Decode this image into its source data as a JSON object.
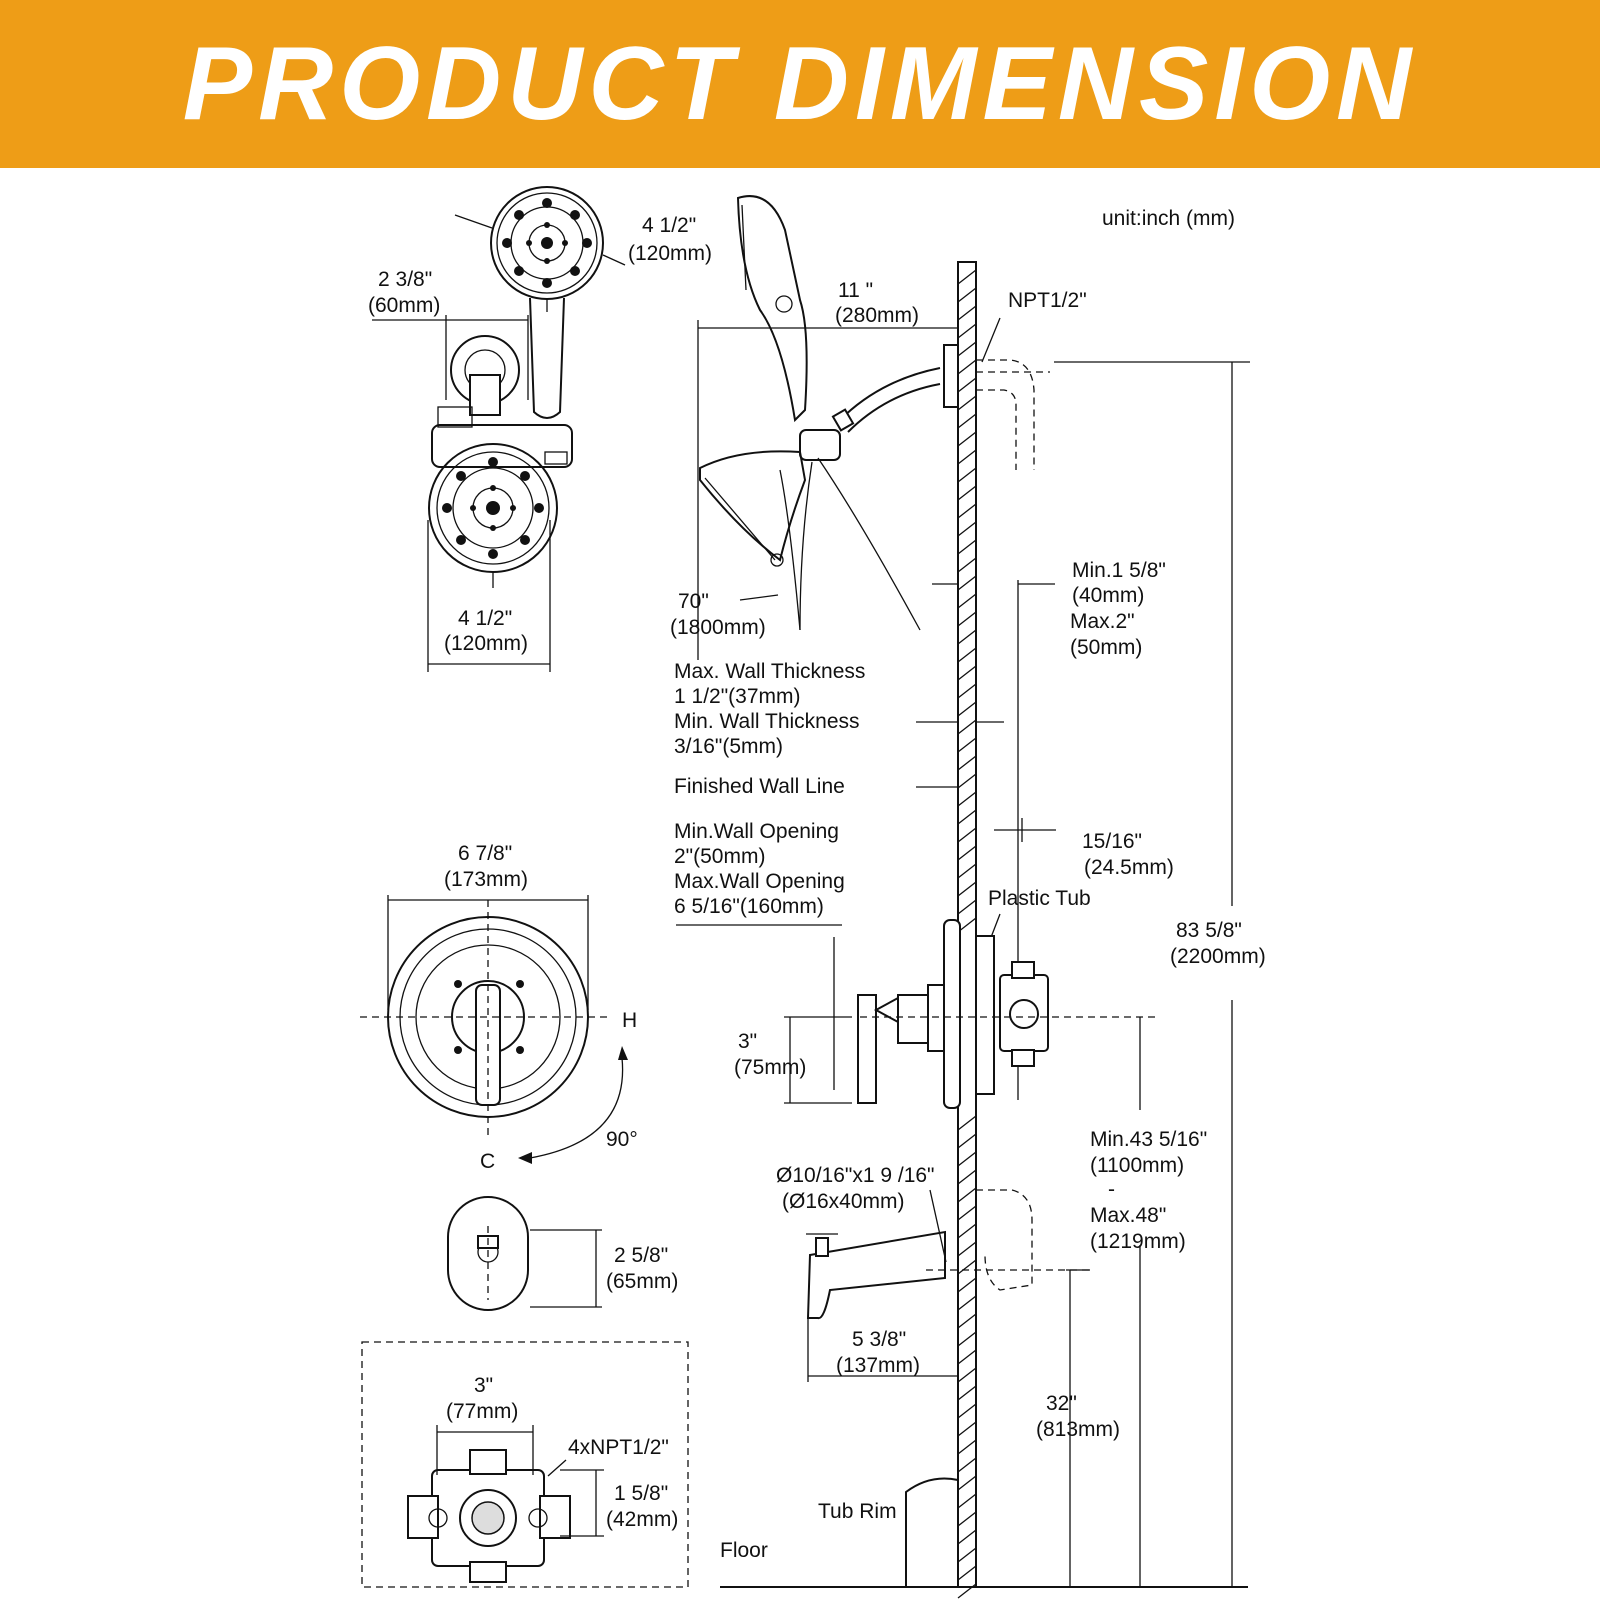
{
  "header": {
    "title": "PRODUCT DIMENSION"
  },
  "colors": {
    "banner": "#EE9D17",
    "banner_text": "#FFFFFF",
    "line": "#111111"
  },
  "unit": "unit:inch (mm)",
  "labels": {
    "handshower_face_in": "4 1/2\"",
    "handshower_face_mm": "(120mm)",
    "bracket_offset_in": "2 3/8\"",
    "bracket_offset_mm": "(60mm)",
    "shower_head_width_in": "4 1/2\"",
    "shower_head_width_mm": "(120mm)",
    "arm_reach_in": "11 \"",
    "arm_reach_mm": "(280mm)",
    "npt_top": "NPT1/2\"",
    "hose_in": "70\"",
    "hose_mm": "(1800mm)",
    "pipe_min_in": "Min.1 5/8\"",
    "pipe_min_mm": "(40mm)",
    "pipe_max_in": "Max.2\"",
    "pipe_max_mm": "(50mm)",
    "max_wall_title": "Max. Wall Thickness",
    "max_wall_value": "1 1/2\"(37mm)",
    "min_wall_title": "Min. Wall Thickness",
    "min_wall_value": "3/16\"(5mm)",
    "finished_wall": "Finished Wall Line",
    "min_opening_title": "Min.Wall Opening",
    "min_opening_value": "2\"(50mm)",
    "max_opening_title": "Max.Wall Opening",
    "max_opening_value": "6 5/16\"(160mm)",
    "depth_in": "15/16\"",
    "depth_mm": "(24.5mm)",
    "plastic_tub": "Plastic Tub",
    "total_height_in": "83 5/8\"",
    "total_height_mm": "(2200mm)",
    "trim_width_in": "6 7/8\"",
    "trim_width_mm": "(173mm)",
    "hot": "H",
    "cold": "C",
    "rotation": "90°",
    "handle_offset_in": "3\"",
    "handle_offset_mm": "(75mm)",
    "valve_height_min": "Min.43 5/16\"",
    "valve_height_min_mm": "(1100mm)",
    "valve_height_sep": "-",
    "valve_height_max": "Max.48\"",
    "valve_height_max_mm": "(1219mm)",
    "spout_pipe": "Ø10/16\"x1 9 /16\"",
    "spout_pipe_mm": "(Ø16x40mm)",
    "spout_height_in": "2 5/8\"",
    "spout_height_mm": "(65mm)",
    "spout_reach_in": "5 3/8\"",
    "spout_reach_mm": "(137mm)",
    "valve_width_in": "3\"",
    "valve_width_mm": "(77mm)",
    "valve_ports": "4xNPT1/2\"",
    "valve_depth_in": "1 5/8\"",
    "valve_depth_mm": "(42mm)",
    "spout_from_floor_in": "32\"",
    "spout_from_floor_mm": "(813mm)",
    "tub_rim": "Tub Rim",
    "floor": "Floor"
  }
}
